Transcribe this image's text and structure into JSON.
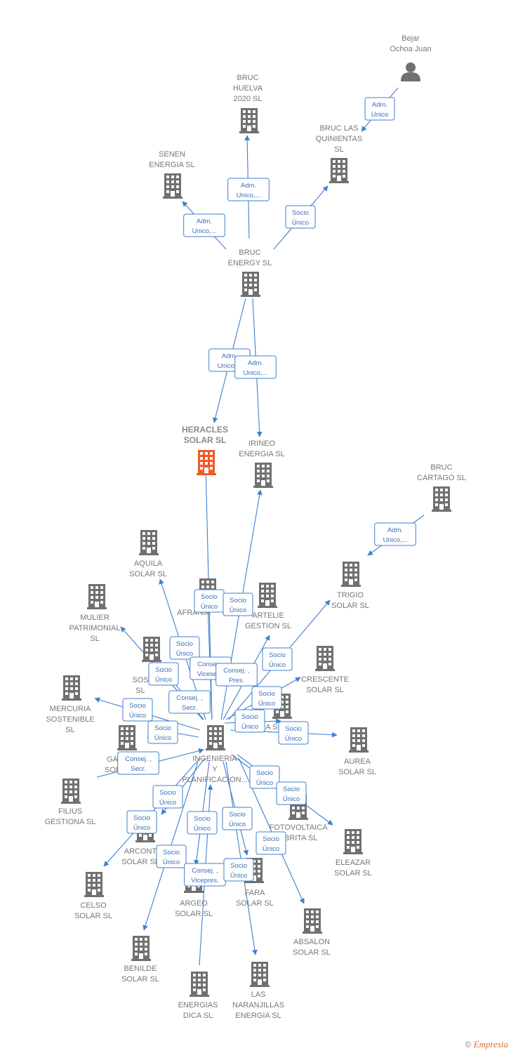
{
  "colors": {
    "edge": "#3f7fcf",
    "building": "#707070",
    "highlight": "#f05a28",
    "label": "#777777"
  },
  "nodes": [
    {
      "id": "bejar",
      "label": [
        "Bejar",
        "Ochoa Juan"
      ],
      "type": "person"
    },
    {
      "id": "bruc_huelva",
      "label": [
        "BRUC",
        "HUELVA",
        "2020  SL"
      ],
      "type": "company"
    },
    {
      "id": "senen",
      "label": [
        "SENEN",
        "ENERGIA SL"
      ],
      "type": "company"
    },
    {
      "id": "bruc_quinientas",
      "label": [
        "BRUC LAS",
        "QUINIENTAS",
        "SL"
      ],
      "type": "company"
    },
    {
      "id": "bruc_energy",
      "label": [
        "BRUC",
        "ENERGY  SL"
      ],
      "type": "company"
    },
    {
      "id": "heracles",
      "label": [
        "HERACLES",
        "SOLAR  SL"
      ],
      "type": "main"
    },
    {
      "id": "irineo",
      "label": [
        "IRINEO",
        "ENERGIA SL"
      ],
      "type": "company"
    },
    {
      "id": "bruc_cartago",
      "label": [
        "BRUC",
        "CARTAGO  SL"
      ],
      "type": "company"
    },
    {
      "id": "aquila",
      "label": [
        "AQUILA",
        "SOLAR  SL"
      ],
      "type": "company"
    },
    {
      "id": "trigio",
      "label": [
        "TRIGIO",
        "SOLAR  SL"
      ],
      "type": "company"
    },
    {
      "id": "mulier",
      "label": [
        "MULIER",
        "PATRIMONIAL",
        "SL"
      ],
      "type": "company"
    },
    {
      "id": "afrania",
      "label": [
        "AFRANIA"
      ],
      "type": "company"
    },
    {
      "id": "artelie",
      "label": [
        "ARTELIE",
        "GESTION  SL"
      ],
      "type": "company"
    },
    {
      "id": "sos",
      "label": [
        "SOS",
        "SL"
      ],
      "type": "company"
    },
    {
      "id": "crescente",
      "label": [
        "CRESCENTE",
        "SOLAR  SL"
      ],
      "type": "company"
    },
    {
      "id": "mercuria",
      "label": [
        "MERCURIA",
        "SOSTENIBLE",
        "SL"
      ],
      "type": "company"
    },
    {
      "id": "asl",
      "label": [
        "A SL"
      ],
      "type": "company"
    },
    {
      "id": "ga",
      "label": [
        "GA",
        "SOL"
      ],
      "type": "company"
    },
    {
      "id": "ingenieria",
      "label": [
        "INGENIERIA",
        "Y",
        "PLANIFICACION..."
      ],
      "type": "company"
    },
    {
      "id": "aurea",
      "label": [
        "AUREA",
        "SOLAR  SL"
      ],
      "type": "company"
    },
    {
      "id": "filius",
      "label": [
        "FILIUS",
        "GESTIONA SL"
      ],
      "type": "company"
    },
    {
      "id": "fotovoltaica",
      "label": [
        "FOTOVOLTAICA",
        "ABRITA  SL"
      ],
      "type": "company"
    },
    {
      "id": "arcont",
      "label": [
        "ARCONT",
        "SOLAR  SL"
      ],
      "type": "company"
    },
    {
      "id": "eleazar",
      "label": [
        "ELEAZAR",
        "SOLAR  SL"
      ],
      "type": "company"
    },
    {
      "id": "celso",
      "label": [
        "CELSO",
        "SOLAR  SL"
      ],
      "type": "company"
    },
    {
      "id": "argeo",
      "label": [
        "ARGEO",
        "SOLAR  SL"
      ],
      "type": "company"
    },
    {
      "id": "fara",
      "label": [
        "FARA",
        "SOLAR  SL"
      ],
      "type": "company"
    },
    {
      "id": "absalon",
      "label": [
        "ABSALON",
        "SOLAR  SL"
      ],
      "type": "company"
    },
    {
      "id": "benilde",
      "label": [
        "BENILDE",
        "SOLAR  SL"
      ],
      "type": "company"
    },
    {
      "id": "energias_dica",
      "label": [
        "ENERGIAS",
        "DICA SL"
      ],
      "type": "company"
    },
    {
      "id": "naranjillas",
      "label": [
        "LAS",
        "NARANJILLAS",
        "ENERGIA  SL"
      ],
      "type": "company"
    }
  ],
  "edges": [
    {
      "from": "bejar",
      "to": "bruc_quinientas",
      "label": [
        "Adm.",
        "Unico"
      ]
    },
    {
      "from": "bruc_energy",
      "to": "bruc_huelva",
      "label": [
        "Adm.",
        "Unico,..."
      ]
    },
    {
      "from": "bruc_energy",
      "to": "senen",
      "label": [
        "Adm.",
        "Unico,..."
      ]
    },
    {
      "from": "bruc_energy",
      "to": "bruc_quinientas",
      "label": [
        "Socio",
        "Único"
      ]
    },
    {
      "from": "bruc_energy",
      "to": "heracles",
      "label": [
        "Adm.",
        "Unico,..."
      ]
    },
    {
      "from": "bruc_energy",
      "to": "irineo",
      "label": [
        "Adm.",
        "Unico,..."
      ]
    },
    {
      "from": "bruc_cartago",
      "to": "trigio",
      "label": [
        "Adm.",
        "Unico,..."
      ]
    },
    {
      "from": "ingenieria",
      "to": "heracles",
      "label": [
        "Socio",
        "Único"
      ]
    },
    {
      "from": "ingenieria",
      "to": "irineo",
      "label": [
        "Socio",
        "Único"
      ]
    },
    {
      "from": "ingenieria",
      "to": "aquila",
      "label": [
        "Socio",
        "Único"
      ]
    },
    {
      "from": "ingenieria",
      "to": "trigio",
      "label": [
        "Socio",
        "Único"
      ]
    },
    {
      "from": "ingenieria",
      "to": "mulier",
      "label": [
        "Consej. ,",
        "Vicesecr."
      ]
    },
    {
      "from": "ingenieria",
      "to": "afrania",
      "label": [
        "Consej. ,",
        "Pres."
      ]
    },
    {
      "from": "ingenieria",
      "to": "artelie",
      "label": [
        "Consej. ,",
        "Secr."
      ]
    },
    {
      "from": "ingenieria",
      "to": "sos",
      "label": [
        "Socio",
        "Único"
      ]
    },
    {
      "from": "ingenieria",
      "to": "crescente",
      "label": [
        "Socio",
        "Único"
      ]
    },
    {
      "from": "ingenieria",
      "to": "mercuria",
      "label": [
        "Socio",
        "Único"
      ]
    },
    {
      "from": "ingenieria",
      "to": "asl",
      "label": [
        "Socio",
        "Único"
      ]
    },
    {
      "from": "ingenieria",
      "to": "ga",
      "label": [
        "Socio",
        "Único"
      ]
    },
    {
      "from": "ingenieria",
      "to": "aurea",
      "label": [
        "Socio",
        "Único"
      ]
    },
    {
      "from": "filius",
      "to": "ingenieria",
      "label": [
        "Consej. ,",
        "Secr."
      ]
    },
    {
      "from": "ingenieria",
      "to": "fotovoltaica",
      "label": [
        "Socio",
        "Único"
      ]
    },
    {
      "from": "ingenieria",
      "to": "eleazar",
      "label": [
        "Socio",
        "Único"
      ]
    },
    {
      "from": "ingenieria",
      "to": "arcont",
      "label": [
        "Socio",
        "Único"
      ]
    },
    {
      "from": "ingenieria",
      "to": "celso",
      "label": [
        "Socio",
        "Único"
      ]
    },
    {
      "from": "ingenieria",
      "to": "argeo",
      "label": [
        "Socio",
        "Único"
      ]
    },
    {
      "from": "ingenieria",
      "to": "fara",
      "label": [
        "Socio",
        "Único"
      ]
    },
    {
      "from": "ingenieria",
      "to": "absalon",
      "label": [
        "Socio",
        "Único"
      ]
    },
    {
      "from": "ingenieria",
      "to": "benilde",
      "label": [
        "Socio",
        "Único"
      ]
    },
    {
      "from": "energias_dica",
      "to": "ingenieria",
      "label": [
        "Consej. ,",
        "Vicepres."
      ]
    },
    {
      "from": "ingenieria",
      "to": "naranjillas",
      "label": [
        "Socio",
        "Único"
      ]
    }
  ],
  "footer": {
    "copyright": "©",
    "brand": "Empresia"
  }
}
